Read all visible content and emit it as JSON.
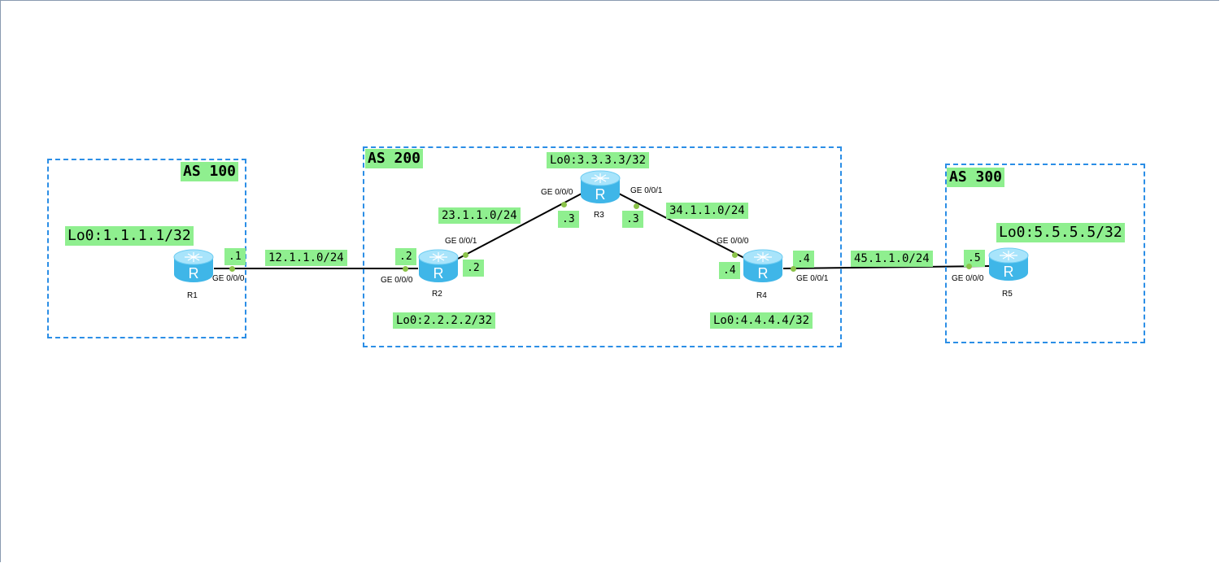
{
  "as_labels": {
    "as100": "AS 100",
    "as200": "AS 200",
    "as300": "AS 300"
  },
  "routers": {
    "r1": {
      "name": "R1",
      "icon": "router-icon",
      "loopback": "Lo0:1.1.1.1/32"
    },
    "r2": {
      "name": "R2",
      "icon": "router-icon",
      "loopback": "Lo0:2.2.2.2/32"
    },
    "r3": {
      "name": "R3",
      "icon": "router-icon",
      "loopback": "Lo0:3.3.3.3/32"
    },
    "r4": {
      "name": "R4",
      "icon": "router-icon",
      "loopback": "Lo0:4.4.4.4/32"
    },
    "r5": {
      "name": "R5",
      "icon": "router-icon",
      "loopback": "Lo0:5.5.5.5/32"
    }
  },
  "links": {
    "r1_r2": {
      "network": "12.1.1.0/24",
      "a_port": "GE 0/0/0",
      "a_ip": ".1",
      "b_port": "GE 0/0/0",
      "b_ip": ".2"
    },
    "r2_r3": {
      "network": "23.1.1.0/24",
      "a_port": "GE 0/0/1",
      "a_ip": ".2",
      "b_port": "GE 0/0/0",
      "b_ip": ".3"
    },
    "r3_r4": {
      "network": "34.1.1.0/24",
      "a_port": "GE 0/0/1",
      "a_ip": ".3",
      "b_port": "GE 0/0/0",
      "b_ip": ".4"
    },
    "r4_r5": {
      "network": "45.1.1.0/24",
      "a_port": "GE 0/0/1",
      "a_ip": ".4",
      "b_port": "GE 0/0/0",
      "b_ip": ".5"
    }
  },
  "colors": {
    "label_bg": "#8fef8f",
    "as_border": "#2b8ee6",
    "link": "#000000",
    "port_dot": "#8bc34a",
    "router": "#3fb6e8"
  }
}
